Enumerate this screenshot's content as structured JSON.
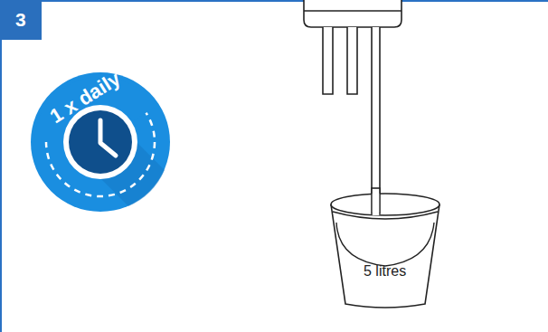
{
  "diagram": {
    "nodes": [
      {
        "text": [
          "3"
        ]
      },
      {
        "text": [
          "1 x daily"
        ]
      },
      {
        "text": [
          "5 litres"
        ]
      }
    ]
  }
}
